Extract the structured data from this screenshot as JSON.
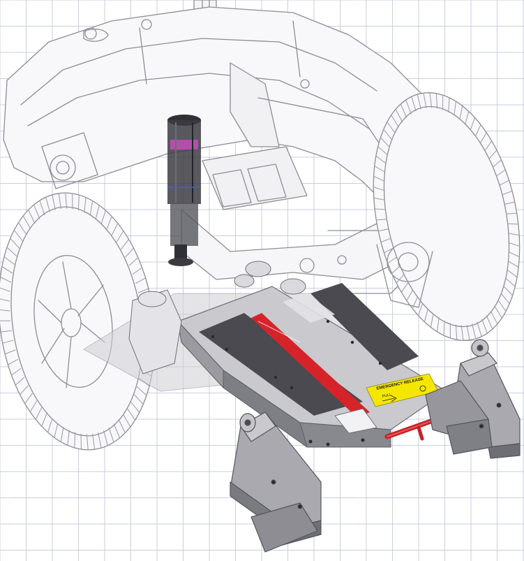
{
  "colors": {
    "background": "#ffffff",
    "grid_line": "#c9cee2",
    "wireframe_stroke": "#8d8d93",
    "wireframe_fill": "#f5f5f7",
    "plate_light": "#d2d2d6",
    "plate_mid": "#a7a7ad",
    "plate_dark": "#7b7b82",
    "rail_dark": "#4a4a50",
    "strap_red": "#d6232a",
    "release_pin_red": "#c81e24",
    "warning_label": "#f4e600",
    "actuator_dark": "#3c3c42",
    "actuator_accent": "#d24cc4"
  },
  "icons": {
    "wheelchair": "wireframe-power-wheelchair",
    "docking_plate": "shaded-docking-plate",
    "actuator": "locking-actuator-cylinder",
    "label": "emergency-release-label",
    "pin": "release-pin"
  },
  "label": {
    "line1": "EMERGENCY RELEASE",
    "line2": "PULL"
  }
}
